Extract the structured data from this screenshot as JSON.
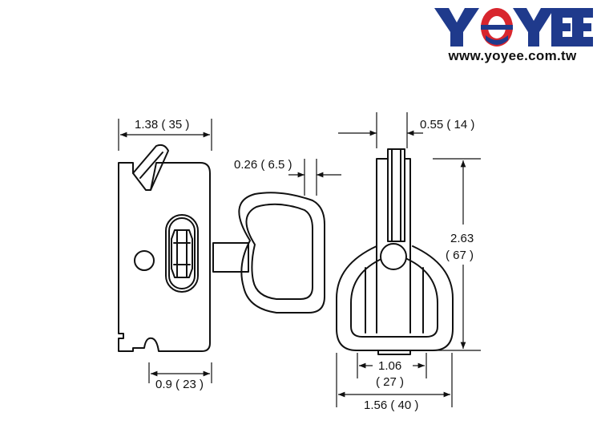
{
  "brand": {
    "name": "YOYEE",
    "website": "www.yoyee.com.tw",
    "colors": {
      "navy": "#1f3a8c",
      "red": "#d8262e"
    }
  },
  "dimensions": {
    "side_width": "1.38 ( 35 )",
    "slot_offset": "0.9 ( 23 )",
    "ring_gap": "0.26 ( 6.5 )",
    "front_thickness": "0.55 ( 14 )",
    "height_in": "2.63",
    "height_mm": "( 67 )",
    "inner_width_in": "1.06",
    "inner_width_mm": "( 27 )",
    "overall_width": "1.56 ( 40 )"
  }
}
